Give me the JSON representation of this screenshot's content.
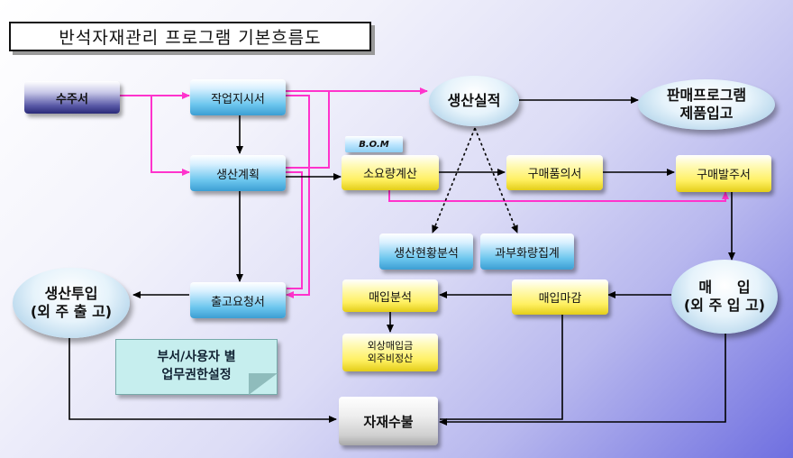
{
  "title": "반석자재관리 프로그램 기본흐름도",
  "nodes": {
    "order": "수주서",
    "work_instruction": "작업지시서",
    "production_plan": "생산계획",
    "issue_request": "출고요청서",
    "production_input": [
      "생산투입",
      "(외 주 출 고)"
    ],
    "production_result": "생산실적",
    "sales_program": [
      "판매프로그램",
      "제품입고"
    ],
    "bom_label": "B.O.M",
    "requirement_calc": "소요량계산",
    "purchase_request": "구매품의서",
    "purchase_order": "구매발주서",
    "production_status": "생산현황분석",
    "overunder_total": "과부화량집계",
    "purchase_receipt": [
      "매     입",
      "(외 주 입 고)"
    ],
    "purchase_close": "매입마감",
    "purchase_analysis": "매입분석",
    "payable_settle": [
      "외상매입금",
      "외주비정산"
    ],
    "material_ledger": "자재수불",
    "permission_note": [
      "부서/사용자 별",
      "업무권한설정"
    ]
  },
  "colors": {
    "magenta_link": "#ff33cc",
    "black_link": "#000000"
  }
}
